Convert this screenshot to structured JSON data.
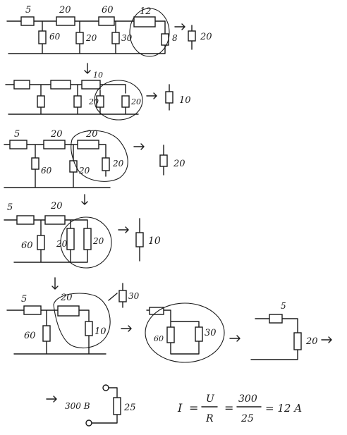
{
  "stages": [
    {
      "labels": {
        "r1": "5",
        "r2": "20",
        "r3": "60",
        "r4": "12",
        "v1": "60",
        "v2": "20",
        "v3": "30",
        "v4": "8"
      },
      "result": "20"
    },
    {
      "labels": {
        "top": "10",
        "p1": "20",
        "p2": "20"
      },
      "result": "10"
    },
    {
      "labels": {
        "r1": "5",
        "r2": "20",
        "r3": "20",
        "v1": "60",
        "v2": "20",
        "v3": "20"
      },
      "result": "20"
    },
    {
      "labels": {
        "r1": "5",
        "r2": "20",
        "v1": "60",
        "p1": "20",
        "p2": "20"
      },
      "result": "10"
    },
    {
      "labels": {
        "r1": "5",
        "r2": "20",
        "v1": "60",
        "v2": "10",
        "side": "30"
      },
      "parallel": {
        "a": "60",
        "b": "30"
      },
      "final": {
        "top": "5",
        "right": "20"
      }
    }
  ],
  "final": {
    "voltage": "300 B",
    "resistance": "25",
    "formula": {
      "lhs": "I",
      "num1": "U",
      "den1": "R",
      "num2": "300",
      "den2": "25",
      "result": "= 12 A"
    }
  }
}
